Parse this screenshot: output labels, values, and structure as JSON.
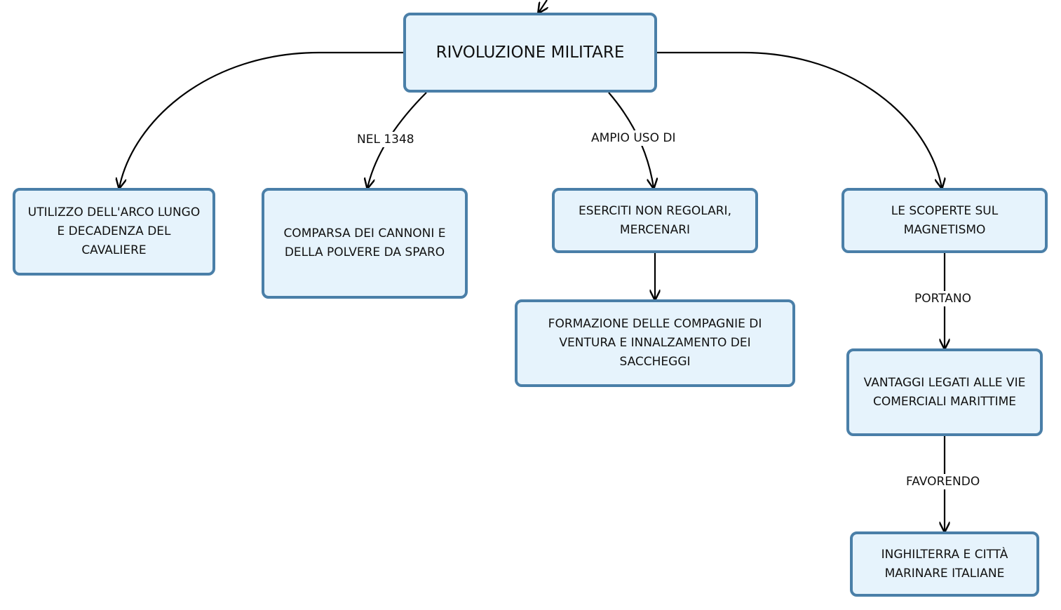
{
  "colors": {
    "node_fill": "#e6f3fc",
    "node_border": "#4a7fa8",
    "connector": "#000000",
    "text": "#111111"
  },
  "nodes": {
    "main": "RIVOLUZIONE MILITARE",
    "arco": "UTILIZZO DELL'ARCO LUNGO E DECADENZA DEL CAVALIERE",
    "cannoni": "COMPARSA DEI CANNONI E DELLA POLVERE DA SPARO",
    "eserciti": "ESERCITI NON REGOLARI, MERCENARI",
    "compagnie": "FORMAZIONE DELLE COMPAGNIE DI VENTURA E INNALZAMENTO DEI SACCHEGGI",
    "magnetismo": "LE SCOPERTE SUL MAGNETISMO",
    "vantaggi": "VANTAGGI LEGATI ALLE VIE COMERCIALI MARITTIME",
    "inghilterra": "INGHILTERRA E CITTÀ MARINARE ITALIANE"
  },
  "edge_labels": {
    "nel_1348": "NEL 1348",
    "ampio_uso_di": "AMPIO USO DI",
    "portano": "PORTANO",
    "favorendo": "FAVORENDO"
  }
}
